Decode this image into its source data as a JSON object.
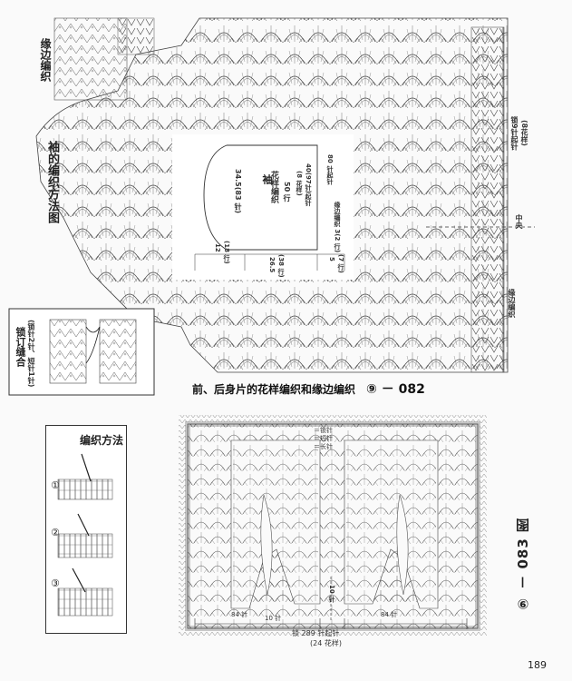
{
  "page_number": "189",
  "top_pattern": {
    "sleeve_chart_title": "袖的编织方法图",
    "edging_label": "缘边编织",
    "diagram_caption": "前、后身片的花样编织和缘边编织",
    "diagram_number": "⑨ － 082",
    "center_label": "中央",
    "edging_label_bottom": "缘边编织",
    "right_note_1": "锁9针起针",
    "right_note_2": "(8花样)"
  },
  "sleeve_schematic": {
    "title": "袖",
    "pattern": "花样编织",
    "rows": "50 行",
    "width_stitches": "34.5(83 针)",
    "chain_note": "(8 花样)",
    "start_chain": "40(97针)起针",
    "chain_80": "80 针起针",
    "edging": "缘边编织 3(2 行)",
    "dim_12": "12",
    "dim_12_rows": "(18 行)",
    "dim_26_5": "26.5",
    "dim_26_5_rows": "(38 行)",
    "dim_5": "5",
    "dim_5_rows": "(7 行)"
  },
  "seam_box": {
    "title": "锁订缝合",
    "note": "(锁针2针、短针1针)"
  },
  "method_box": {
    "title": "编织方法",
    "steps": [
      "①",
      "②",
      "③"
    ]
  },
  "bottom_diagram": {
    "number_label": "⑨ － 083 图",
    "stitches_label": "锁 289 针起针",
    "repeats_label": "(24 花样)",
    "left_count": "84 针",
    "mid_count": "10 针",
    "right_count": "84 针",
    "side_stitches": "10 针",
    "legend_1": "＝锁针",
    "legend_2": "＝短针",
    "legend_3": "＝长针"
  }
}
